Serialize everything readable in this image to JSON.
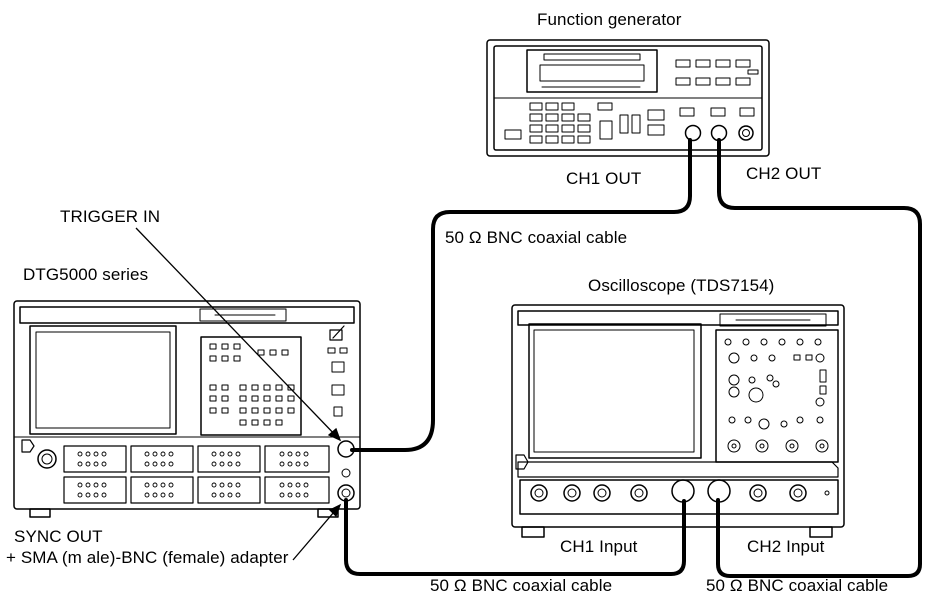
{
  "diagram": {
    "labels": {
      "function_generator": "Function generator",
      "ch1_out": "CH1 OUT",
      "ch2_out": "CH2 OUT",
      "trigger_in": "TRIGGER IN",
      "cable_top": "50 Ω BNC coaxial cable",
      "dtg_series": "DTG5000 series",
      "oscilloscope": "Oscilloscope (TDS7154)",
      "sync_out": "SYNC OUT",
      "adapter": "+ SMA (m ale)-BNC (female) adapter",
      "ch1_input": "CH1 Input",
      "ch2_input": "CH2 Input",
      "cable_bottom_left": "50 Ω BNC coaxial cable",
      "cable_bottom_right": "50 Ω BNC coaxial cable"
    }
  }
}
